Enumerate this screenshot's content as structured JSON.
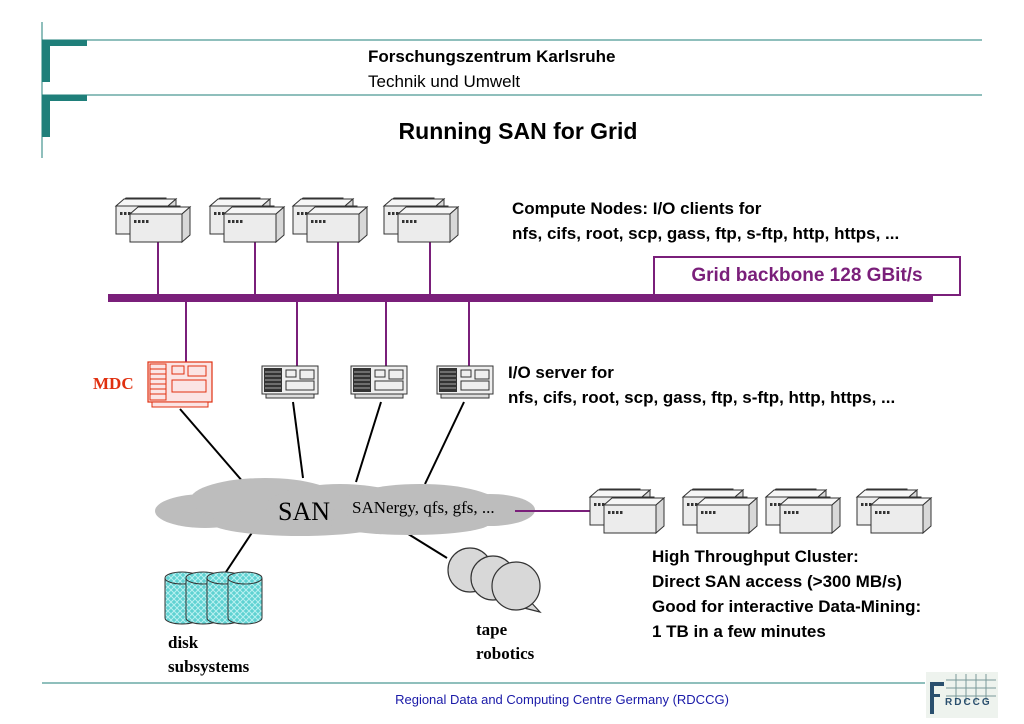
{
  "header": {
    "org_line1": "Forschungszentrum Karlsruhe",
    "org_line2": "Technik und Umwelt"
  },
  "slide_title": "Running SAN for Grid",
  "compute_nodes": {
    "line1": "Compute Nodes:  I/O clients for",
    "line2": "nfs, cifs, root, scp, gass, ftp, s-ftp, http, https, ..."
  },
  "backbone_label": "Grid backbone 128 GBit/s",
  "io_server": {
    "line1": "I/O server for",
    "line2": "nfs, cifs, root, scp, gass, ftp, s-ftp, http, https, ..."
  },
  "mdc_label": "MDC",
  "san_label": "SAN",
  "san_fs_label": "SANergy, qfs, gfs, ...",
  "disk_label": {
    "line1": "disk",
    "line2": "subsystems"
  },
  "tape_label": {
    "line1": "tape",
    "line2": "robotics"
  },
  "cluster": {
    "line1": "High Throughput Cluster:",
    "line2": "Direct SAN access (>300 MB/s)",
    "line3": "Good for interactive Data-Mining:",
    "line4": "1 TB in a few minutes"
  },
  "footer": "Regional Data and Computing Centre Germany (RDCCG)",
  "logo_text": "RDCCG",
  "colors": {
    "accent_teal": "#1f7f7a",
    "backbone_purple": "#7a1f7a",
    "mdc_red": "#e03010",
    "footer_blue": "#1a1aa8"
  }
}
